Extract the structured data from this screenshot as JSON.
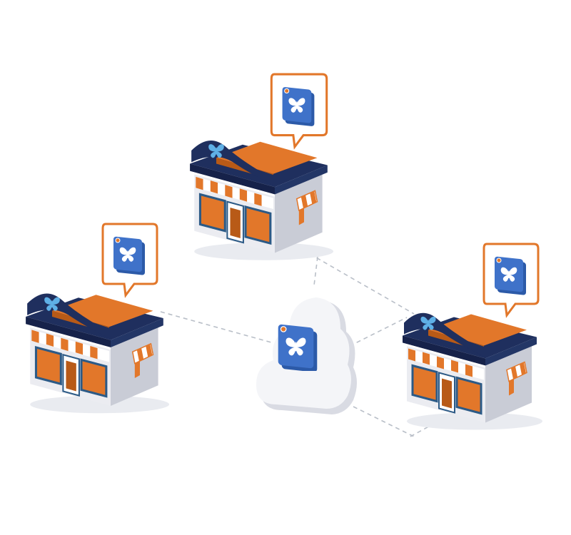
{
  "colors": {
    "navy": "#1f2f5e",
    "navy_dark": "#16224a",
    "orange": "#e2772a",
    "orange_dark": "#b85a17",
    "orange_light": "#f09a4e",
    "wall": "#ebecf1",
    "wall_side": "#c9ccd6",
    "window_frame": "#2c5a86",
    "badge_blue": "#3f72c9",
    "badge_blue_dark": "#2c5aa8",
    "bubble_border": "#e2772a",
    "cloud": "#f4f5f8",
    "cloud_shadow": "#d9dbe3",
    "connector": "#b9bfc8"
  },
  "icons": {
    "store": "store-icon",
    "butterfly": "butterfly-icon",
    "cloud": "cloud-icon",
    "badge": "app-badge-icon",
    "bubble": "speech-bubble-icon"
  },
  "diagram": {
    "stores": [
      {
        "name": "store-top"
      },
      {
        "name": "store-left"
      },
      {
        "name": "store-right"
      }
    ],
    "hub": {
      "name": "cloud-hub"
    },
    "connections": [
      {
        "from": "store-top",
        "to": "cloud-hub"
      },
      {
        "from": "store-left",
        "to": "cloud-hub"
      },
      {
        "from": "store-right",
        "to": "cloud-hub"
      }
    ]
  }
}
